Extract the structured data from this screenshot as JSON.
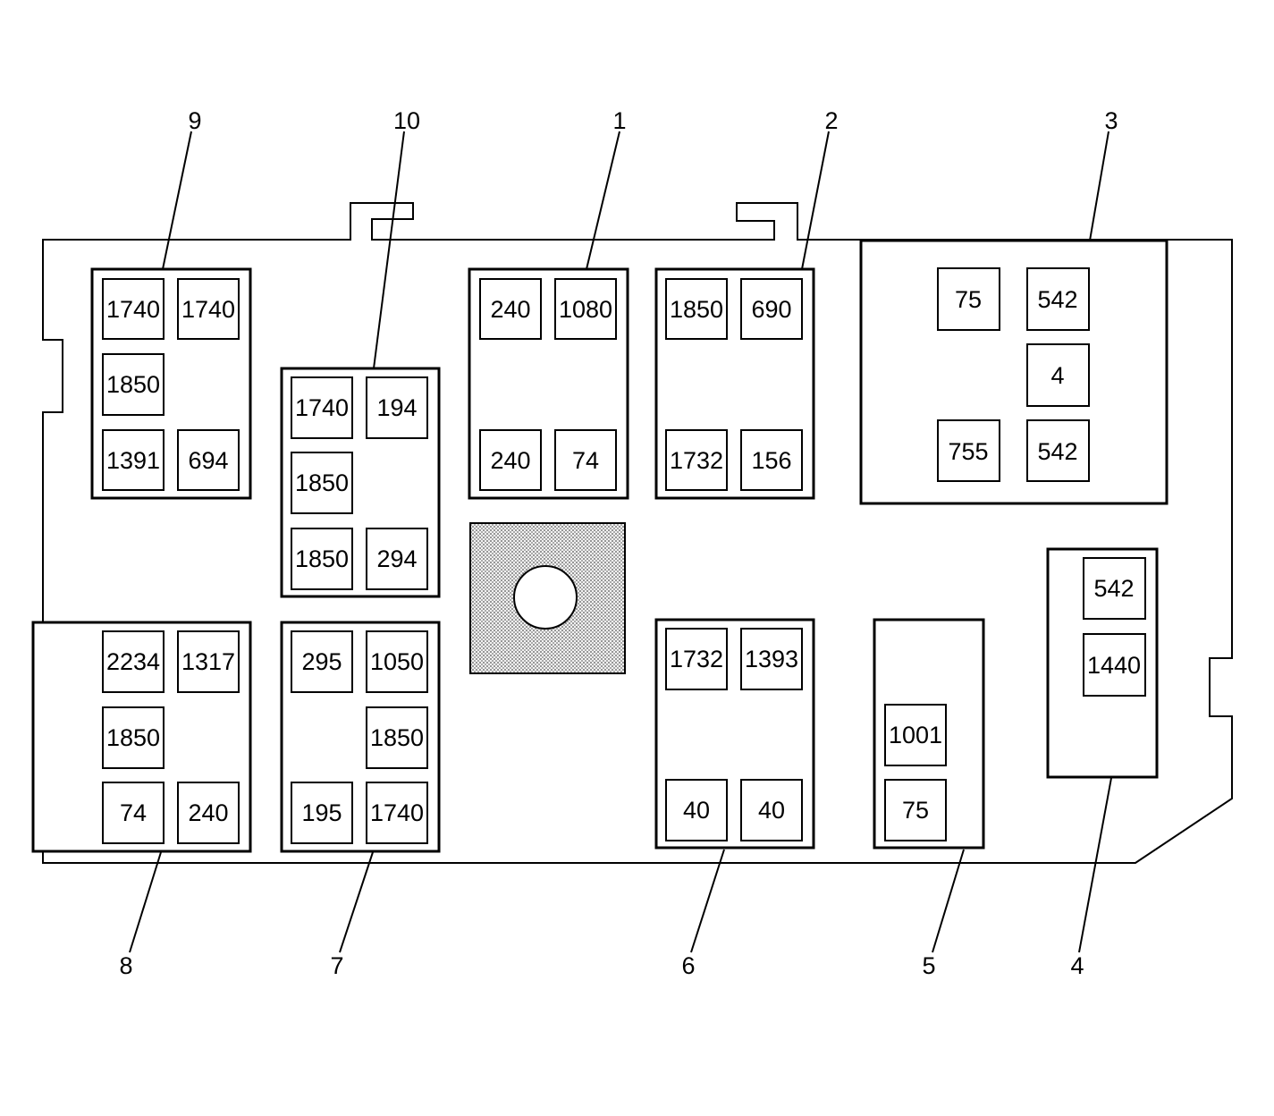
{
  "callouts": [
    "1",
    "2",
    "3",
    "4",
    "5",
    "6",
    "7",
    "8",
    "9",
    "10"
  ],
  "relays": {
    "r1": [
      "240",
      "1080",
      "240",
      "74"
    ],
    "r2": [
      "1850",
      "690",
      "1732",
      "156"
    ],
    "r3": [
      "75",
      "542",
      "4",
      "755",
      "542"
    ],
    "r4": [
      "542",
      "1440"
    ],
    "r5": [
      "1001",
      "75"
    ],
    "r6": [
      "1732",
      "1393",
      "40",
      "40"
    ],
    "r7": [
      "295",
      "1050",
      "1850",
      "195",
      "1740"
    ],
    "r8": [
      "2234",
      "1317",
      "1850",
      "74",
      "240"
    ],
    "r9": [
      "1740",
      "1740",
      "1850",
      "1391",
      "694"
    ],
    "r10": [
      "1740",
      "194",
      "1850",
      "1850",
      "294"
    ]
  }
}
